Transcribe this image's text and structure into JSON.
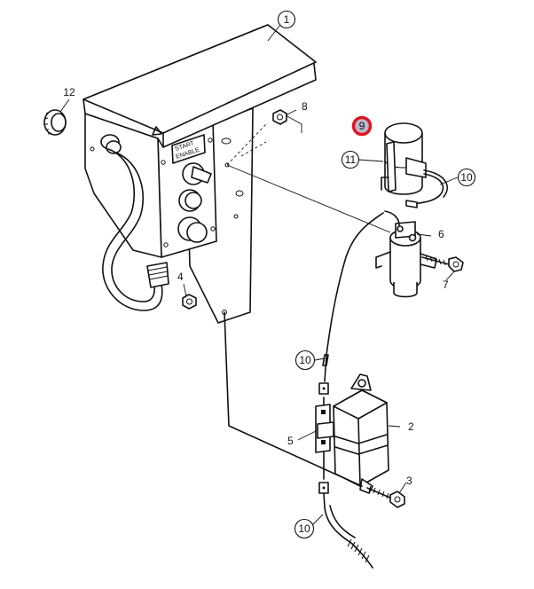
{
  "panel_labels": {
    "line1": "START",
    "line2": "ENABLE"
  },
  "callouts": [
    {
      "id": "c1",
      "label": "1"
    },
    {
      "id": "c2",
      "label": "2"
    },
    {
      "id": "c3",
      "label": "3"
    },
    {
      "id": "c4",
      "label": "4"
    },
    {
      "id": "c5",
      "label": "5"
    },
    {
      "id": "c6",
      "label": "6"
    },
    {
      "id": "c7",
      "label": "7"
    },
    {
      "id": "c8",
      "label": "8"
    },
    {
      "id": "c9",
      "label": "9",
      "highlighted": true
    },
    {
      "id": "c10a",
      "label": "10"
    },
    {
      "id": "c10b",
      "label": "10"
    },
    {
      "id": "c10c",
      "label": "10"
    },
    {
      "id": "c11",
      "label": "11"
    },
    {
      "id": "c12",
      "label": "12"
    }
  ],
  "colors": {
    "line": "#111111",
    "highlight_ring": "#e0141e",
    "highlight_fill": "#b9b9cc"
  }
}
